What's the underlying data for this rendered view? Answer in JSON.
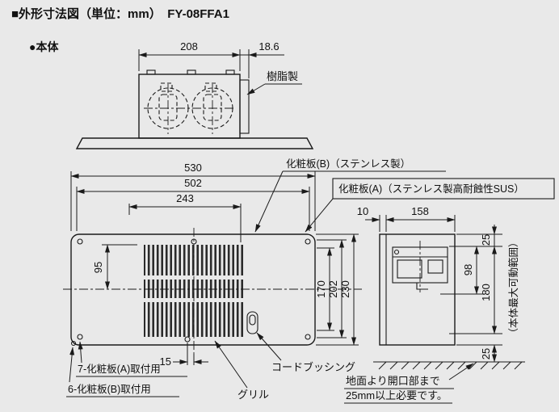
{
  "title": "■外形寸法図（単位：mm）　FY-08FFA1",
  "body_label": "●本体",
  "top_view": {
    "dim_width": "208",
    "dim_offset": "18.6",
    "label_resin": "樹脂製"
  },
  "front_view": {
    "dim_outer_width": "530",
    "dim_inner_width": "502",
    "dim_grille_width": "243",
    "dim_grille_height": "95",
    "dim_opening_height": "170",
    "dim_plate_height": "202",
    "dim_body_height": "230",
    "dim_hole_offset": "15",
    "label_plate_b": "化粧板(B)（ステンレス製）",
    "label_plate_a": "化粧板(A)（ステンレス製高耐蝕性SUS）",
    "label_cord_bushing": "コードブッシング",
    "label_grille": "グリル",
    "label_mount_a": "7-化粧板(A)取付用",
    "label_mount_b": "6-化粧板(B)取付用"
  },
  "side_view": {
    "dim_plate_depth": "10",
    "dim_body_depth": "158",
    "dim_top_clearance": "25",
    "dim_center_offset": "98",
    "dim_movable": "180",
    "label_movable_range": "（本体最大可動範囲）",
    "dim_ground_clearance": "25",
    "note_line1": "地面より開口部まで",
    "note_line2": "25mm以上必要です。"
  }
}
